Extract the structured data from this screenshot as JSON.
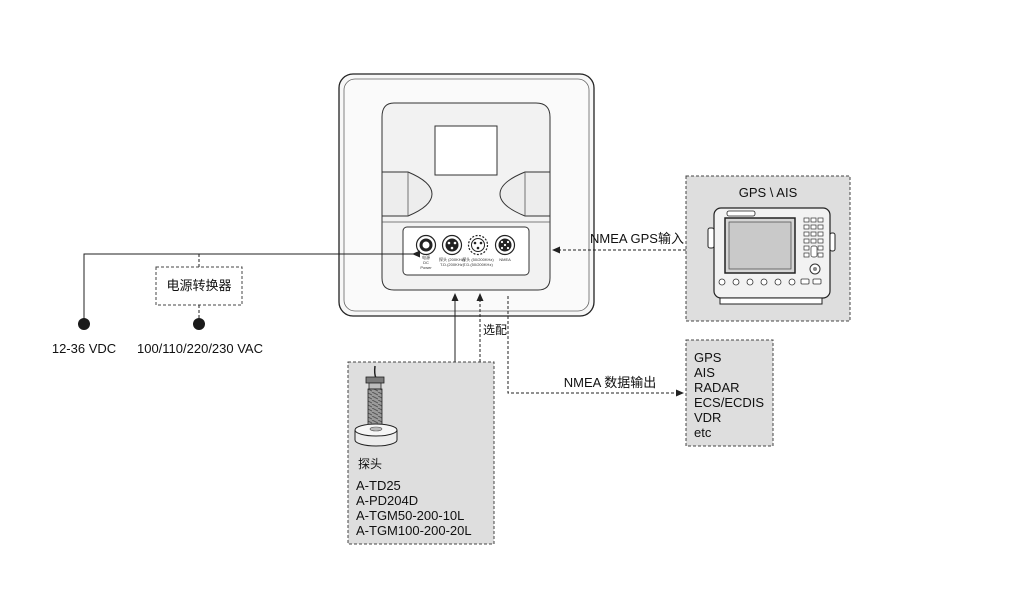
{
  "power": {
    "dc_label": "12-36 VDC",
    "ac_label": "100/110/220/230 VAC",
    "converter_label": "电源转换器"
  },
  "gps_ais": {
    "title": "GPS \\ AIS",
    "input_label": "NMEA GPS输入"
  },
  "output": {
    "label": "NMEA 数据输出",
    "items": [
      "GPS",
      "AIS",
      "RADAR",
      "ECS/ECDIS",
      "VDR",
      "etc"
    ]
  },
  "optional_label": "选配",
  "transducer": {
    "title": "探头",
    "models": [
      "A-TD25",
      "A-PD204D",
      "A-TGM50-200-10L",
      "A-TGM100-200-20L"
    ]
  },
  "connectors": {
    "c1": [
      "电源",
      "DC",
      "Power"
    ],
    "c2": [
      "探头 (200KHz)",
      "T.D.(200KHz)"
    ],
    "c3": [
      "探头 (50/200KHz)",
      "T.D.(50/200KHz)"
    ],
    "c4": [
      "NMEA"
    ]
  }
}
